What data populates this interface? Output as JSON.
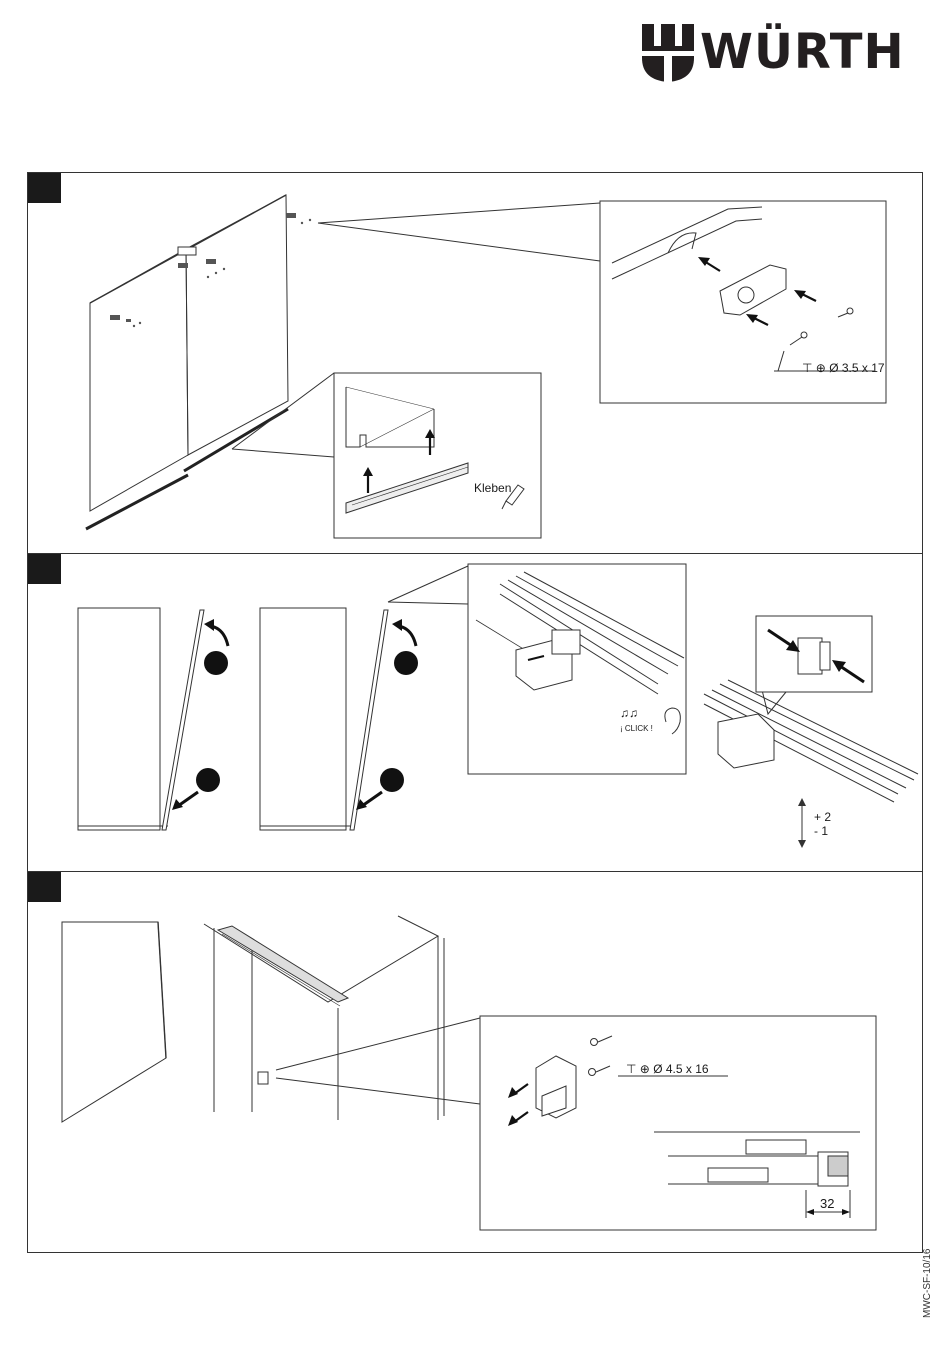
{
  "brand": {
    "name": "WÜRTH"
  },
  "steps": [
    {
      "screw_spec": "Ø 3.5 x 17",
      "glue_label": "Kleben"
    },
    {
      "click_label": "¡ CLICK !",
      "adjust_plus": "+ 2",
      "adjust_minus": "- 1"
    },
    {
      "screw_spec": "Ø 4.5 x 16",
      "dimension": "32"
    }
  ],
  "document_id": "MWC-SF-10/16"
}
